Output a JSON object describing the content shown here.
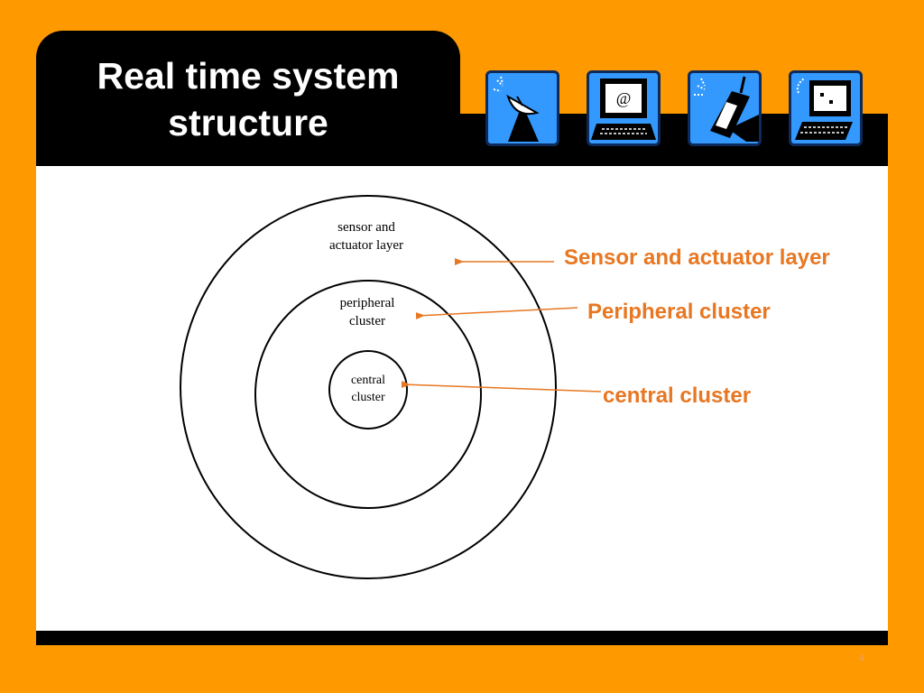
{
  "slide": {
    "title_line1": "Real time system",
    "title_line2": "structure",
    "page_number": "4"
  },
  "icons": [
    "satellite-dish-icon",
    "computer-email-icon",
    "cell-phone-icon",
    "laptop-icon"
  ],
  "diagram": {
    "outer_label_line1": "sensor and",
    "outer_label_line2": "actuator layer",
    "middle_label_line1": "peripheral",
    "middle_label_line2": "cluster",
    "inner_label_line1": "central",
    "inner_label_line2": "cluster"
  },
  "callouts": {
    "sensor": "Sensor and actuator layer",
    "peripheral": "Peripheral cluster",
    "central": "central cluster"
  },
  "colors": {
    "background": "#FF9900",
    "band": "#000000",
    "icon_bg": "#3399FF",
    "callout_text": "#E87722"
  }
}
